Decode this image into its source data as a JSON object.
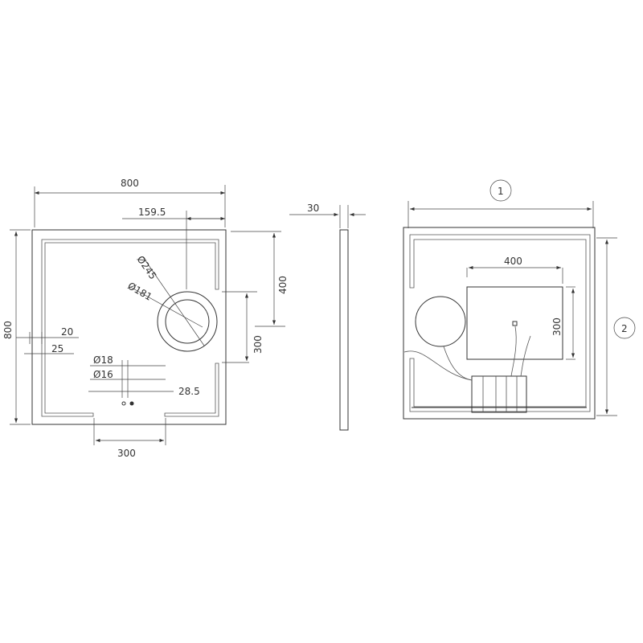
{
  "front": {
    "width": "800",
    "height": "800",
    "mirror_offset": "159.5",
    "dia_outer": "Ø245",
    "dia_inner": "Ø181",
    "upper_gap": "400",
    "right_gap": "300",
    "bottom_gap": "300",
    "edge_20": "20",
    "edge_25": "25",
    "dia_18": "Ø18",
    "dia_16": "Ø16",
    "spacing": "28.5"
  },
  "side": {
    "thickness": "30"
  },
  "back": {
    "box_width": "400",
    "box_height": "300",
    "callout_1": "1",
    "callout_2": "2"
  }
}
